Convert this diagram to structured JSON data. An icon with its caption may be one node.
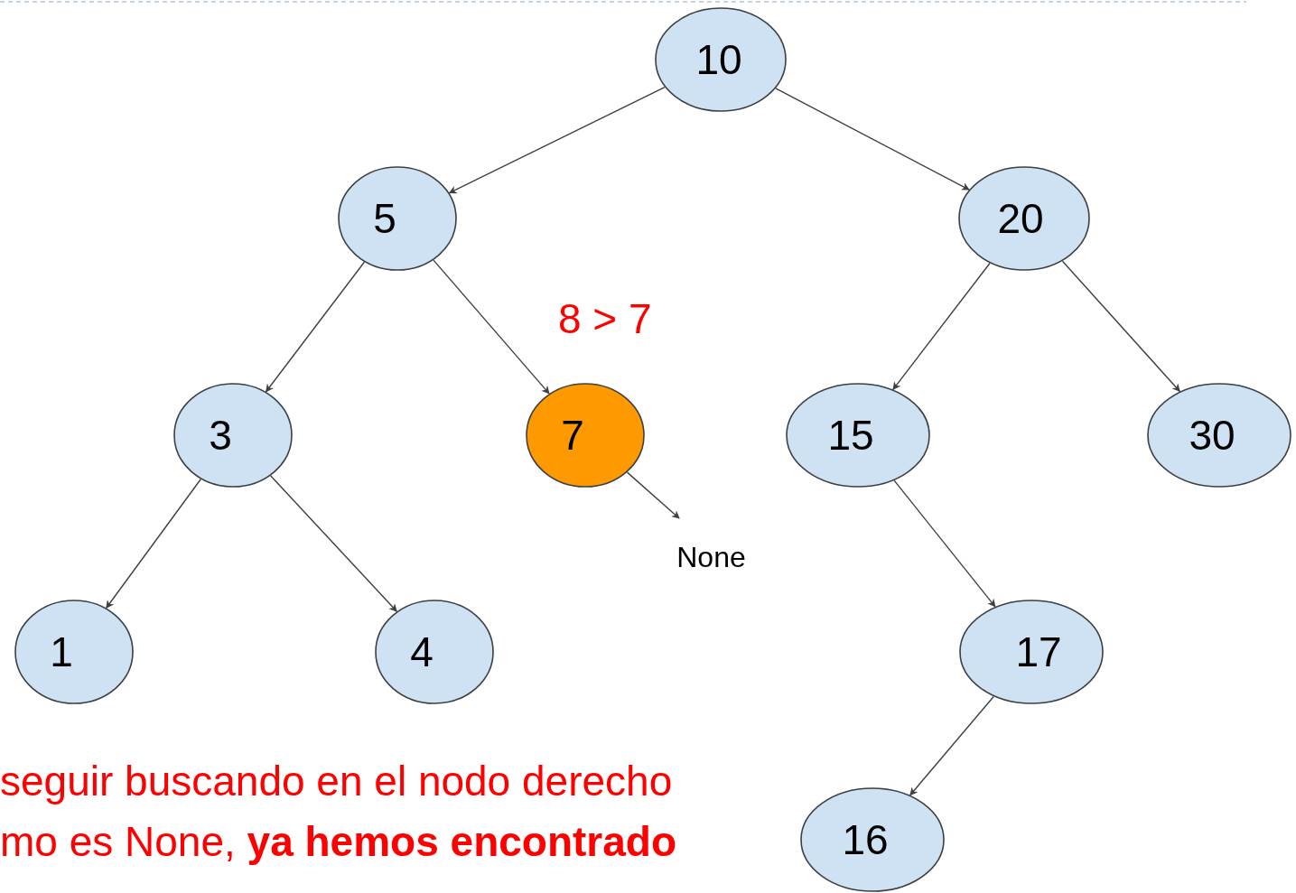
{
  "diagram": {
    "nodes": [
      {
        "text": [
          "10"
        ]
      },
      {
        "text": [
          "5"
        ]
      },
      {
        "text": [
          "20"
        ]
      },
      {
        "text": [
          "3"
        ]
      },
      {
        "text": [
          "7"
        ]
      },
      {
        "text": [
          "15"
        ]
      },
      {
        "text": [
          "30"
        ]
      },
      {
        "text": [
          "1"
        ]
      },
      {
        "text": [
          "4"
        ]
      },
      {
        "text": [
          "17"
        ]
      },
      {
        "text": [
          "16"
        ]
      },
      {
        "text": [
          "None"
        ]
      }
    ],
    "edges": [
      {
        "from": 0,
        "to": 1,
        "arrow": "to"
      },
      {
        "from": 0,
        "to": 2,
        "arrow": "to"
      },
      {
        "from": 1,
        "to": 3,
        "arrow": "to"
      },
      {
        "from": 1,
        "to": 4,
        "arrow": "to"
      },
      {
        "from": 2,
        "to": 5,
        "arrow": "to"
      },
      {
        "from": 2,
        "to": 6,
        "arrow": "to"
      },
      {
        "from": 3,
        "to": 7,
        "arrow": "to"
      },
      {
        "from": 3,
        "to": 8,
        "arrow": "to"
      },
      {
        "from": 4,
        "to": 11,
        "arrow": "to"
      },
      {
        "from": 5,
        "to": 9,
        "arrow": "to"
      },
      {
        "from": 9,
        "to": 10,
        "arrow": "to"
      }
    ],
    "labels": [
      "8 > 7",
      "seguir buscando en el nodo derecho",
      "mo es None, **ya hemos encontrado**"
    ]
  }
}
